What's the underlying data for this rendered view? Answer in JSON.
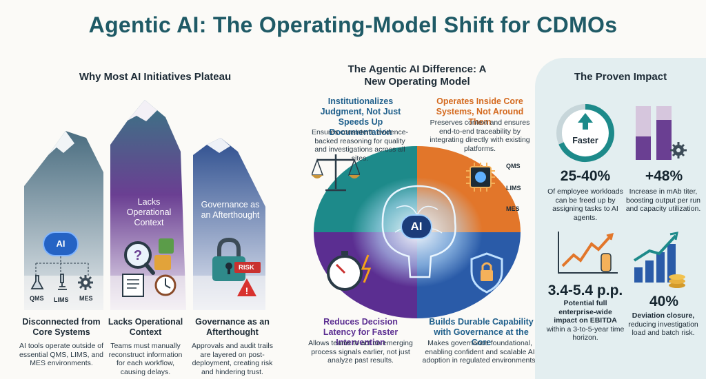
{
  "title": "Agentic AI: The Operating-Model Shift for CDMOs",
  "left": {
    "heading": "Why Most AI Initiatives Plateau",
    "peak_labels": {
      "center": "Lacks Operational Context",
      "right": "Governance as an Afterthought"
    },
    "icon_tags": {
      "ai": "AI",
      "qms": "QMS",
      "lims": "LIMS",
      "mes": "MES",
      "risk": "RISK"
    },
    "columns": [
      {
        "title": "Disconnected from Core Systems",
        "body": "AI tools operate outside of essential QMS, LIMS, and MES environments."
      },
      {
        "title": "Lacks Operational Context",
        "body": "Teams must manually reconstruct information for each workflow, causing delays."
      },
      {
        "title": "Governance as an Afterthought",
        "body": "Approvals and audit trails are layered on post-deployment, creating risk and hindering trust."
      }
    ]
  },
  "middle": {
    "heading": "The Agentic AI Difference: A New Operating Model",
    "center_badge": "AI",
    "side_tags": {
      "qms": "QMS",
      "lims": "LIMS",
      "mes": "MES"
    },
    "quadrants": [
      {
        "title": "Institutionalizes Judgment, Not Just Speeds Up Documentation",
        "body": "Ensures consistent, evidence-backed reasoning for quality and investigations across all sites.",
        "color": "#1f5f8b"
      },
      {
        "title": "Operates Inside Core Systems, Not Around Them",
        "body": "Preserves context and ensures end-to-end traceability by integrating directly with existing platforms.",
        "color": "#d4691e"
      },
      {
        "title": "Reduces Decision Latency for Faster Intervention",
        "body": "Allows teams to act on emerging process signals earlier, not just analyze past results.",
        "color": "#5b2e91"
      },
      {
        "title": "Builds Durable Capability with Governance at the Core",
        "body": "Makes governance foundational, enabling confident and scalable AI adoption in regulated environments.",
        "color": "#1f5f8b"
      }
    ]
  },
  "right": {
    "heading": "The Proven Impact",
    "gauge_label": "Faster",
    "stats": [
      {
        "value": "25-40%",
        "text": "Of employee workloads can be freed up by assigning tasks to AI agents."
      },
      {
        "value": "+48%",
        "text": "Increase in mAb titer, boosting output per run and capacity utilization."
      },
      {
        "value": "3.4-5.4 p.p.",
        "text_bold": "Potential full enterprise-wide impact on EBITDA",
        "text": "within a 3-to-5-year time horizon."
      },
      {
        "value": "40%",
        "text_bold": "Deviation closure,",
        "text": "reducing investigation load and batch risk."
      }
    ]
  },
  "colors": {
    "title": "#1f5a66",
    "teal": "#1d8a8a",
    "orange": "#e2762a",
    "purple": "#5b2e91",
    "blue": "#2a5ba8",
    "panel": "#e3eef0"
  }
}
